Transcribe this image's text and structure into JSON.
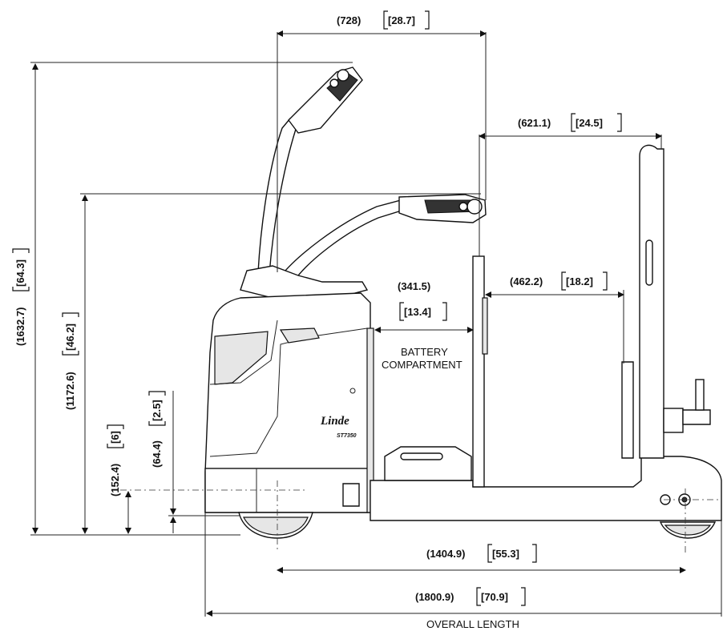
{
  "brand": {
    "logo_text": "Linde",
    "model_text": "ST7350"
  },
  "labels": {
    "battery_line1": "BATTERY",
    "battery_line2": "COMPARTMENT",
    "overall_length": "OVERALL LENGTH"
  },
  "dimensions": {
    "top_width": {
      "mm": "(728)",
      "in": "[28.7]"
    },
    "right_width": {
      "mm": "(621.1)",
      "in": "[24.5]"
    },
    "battery_mm": "(341.5)",
    "battery_in": "[13.4]",
    "rear_width": {
      "mm": "(462.2)",
      "in": "[18.2]"
    },
    "height_total": {
      "mm": "(1632.7)",
      "in": "[64.3]"
    },
    "height_tiller_low": {
      "mm": "(1172.6)",
      "in": "[46.2]"
    },
    "height_152": {
      "mm": "(152.4)",
      "in": "[6]"
    },
    "height_64": {
      "mm": "(64.4)",
      "in": "[2.5]"
    },
    "wheelbase": {
      "mm": "(1404.9)",
      "in": "[55.3]"
    },
    "overall": {
      "mm": "(1800.9)",
      "in": "[70.9]"
    }
  }
}
